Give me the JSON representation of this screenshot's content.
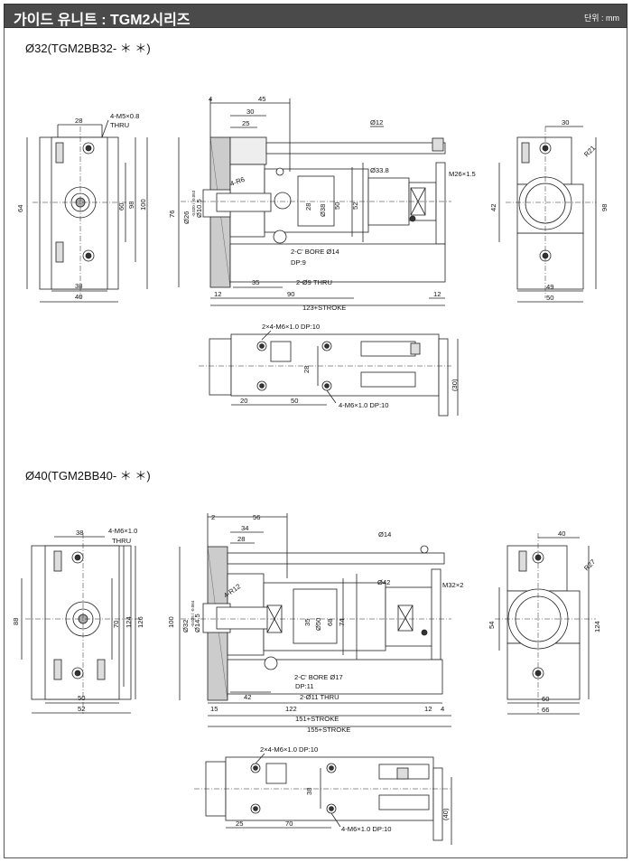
{
  "header": {
    "title": "가이드 유니트 : TGM2시리즈",
    "unit": "단위 : mm"
  },
  "sections": [
    {
      "title": "Ø32(TGM2BB32- ＊ ＊)",
      "front": {
        "top": "28",
        "note": "4-M5×0.8",
        "note2": "THRU",
        "h_outer": "100",
        "h_inner": "98",
        "h_mid": "60",
        "h_left": "64",
        "w_inner": "38",
        "w_outer": "40"
      },
      "side": {
        "d1": "4",
        "d2": "45",
        "d3": "30",
        "d4": "25",
        "phi12": "Ø12",
        "r6": "4-R6",
        "phi338": "Ø33.8",
        "m26": "M26×1.5",
        "h76": "76",
        "phi26": "Ø26",
        "tol": "-0.020 / -0.053",
        "phi105": "Ø10.5",
        "phi28": "28",
        "phi38": "Ø38",
        "d50": "50",
        "d52": "52",
        "cbore": "2-C' BORE Ø14",
        "dp": "DP:9",
        "thru": "2-Ø9 THRU",
        "w12a": "12",
        "w35": "35",
        "w90": "90",
        "w12b": "12",
        "stroke": "123+STROKE"
      },
      "rear": {
        "w30": "30",
        "r21": "R21",
        "h42": "42",
        "h98": "98",
        "w49": "49",
        "w50": "50"
      },
      "bottom": {
        "top_note": "2×4-M6×1.0 DP:10",
        "h28": "28",
        "w20": "20",
        "w50": "50",
        "bot_note": "4-M6×1.0 DP:10",
        "h30": "(30)"
      }
    },
    {
      "title": "Ø40(TGM2BB40- ＊ ＊)",
      "front": {
        "top": "38",
        "note": "4-M6×1.0",
        "note2": "THRU",
        "h_outer": "126",
        "h_inner": "124",
        "h_mid": "70",
        "h_left": "88",
        "w_inner": "50",
        "w_outer": "52"
      },
      "side": {
        "d1": "2",
        "d2": "56",
        "d3": "34",
        "d4": "28",
        "phi14": "Ø14",
        "r12": "4-R12",
        "phi42": "Ø42",
        "m32": "M32×2",
        "h100": "100",
        "phi32": "Ø32",
        "tol": "-0.025 / -0.064",
        "phi145": "Ø14.5",
        "d35": "35",
        "phi50": "Ø50",
        "d68": "68",
        "d74": "74",
        "cbore": "2-C' BORE Ø17",
        "dp": "DP:11",
        "thru": "2-Ø11 THRU",
        "w15": "15",
        "w42": "42",
        "w122": "122",
        "w12": "12",
        "w4": "4",
        "stroke1": "151+STROKE",
        "stroke2": "155+STROKE"
      },
      "rear": {
        "w40": "40",
        "r27": "R27",
        "h54": "54",
        "h124": "124",
        "w60": "60",
        "w66": "66"
      },
      "bottom": {
        "top_note": "2×4-M6×1.0 DP:10",
        "h38": "38",
        "w25": "25",
        "w70": "70",
        "bot_note": "4-M6×1.0 DP:10",
        "h40": "(40)"
      }
    }
  ]
}
